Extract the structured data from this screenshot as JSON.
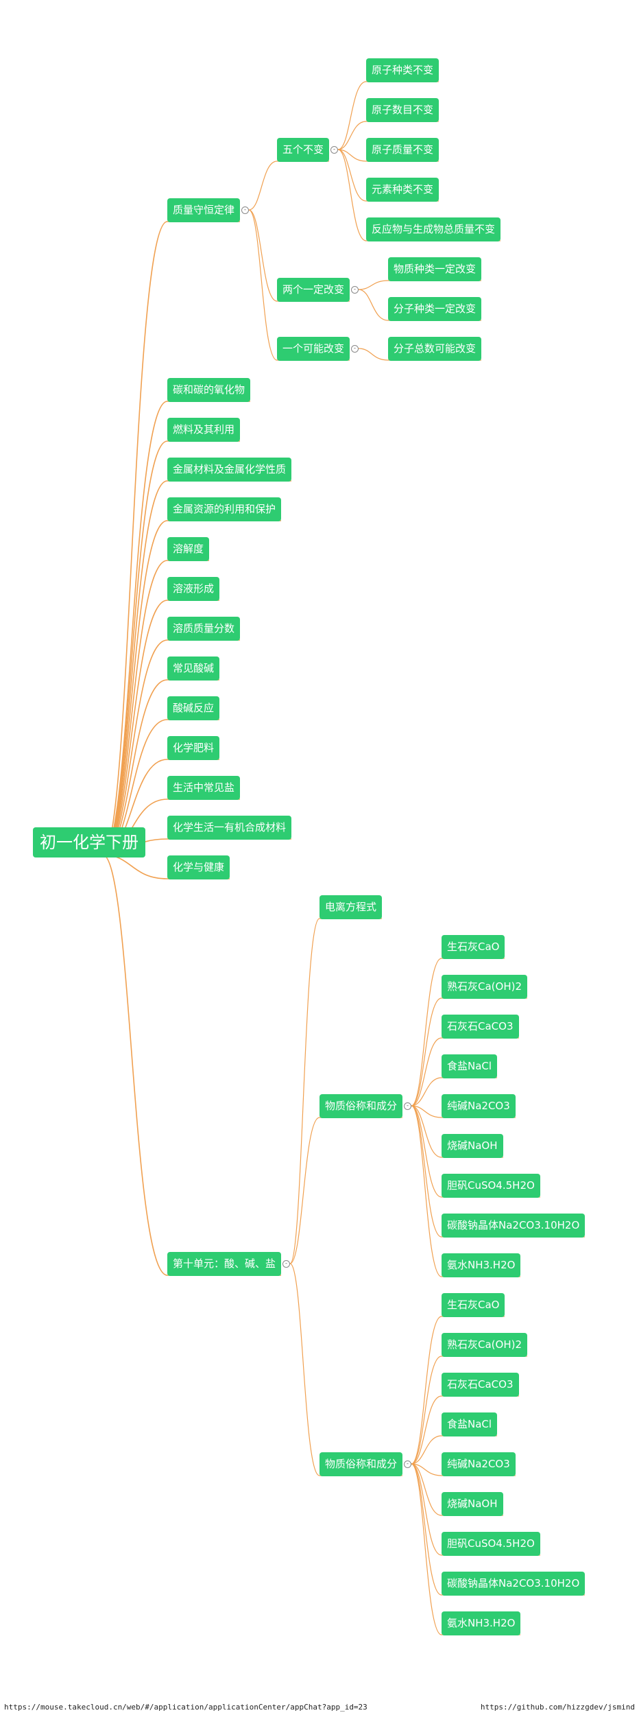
{
  "theme": {
    "node_color": "#2ecc71",
    "line_color": "#f0a050",
    "text_color": "#ffffff"
  },
  "mindmap": {
    "id": "root",
    "text": "初一化学下册",
    "children": [
      {
        "id": "n1",
        "text": "质量守恒定律",
        "children": [
          {
            "id": "n1a",
            "text": "五个不变",
            "children": [
              {
                "id": "n1a1",
                "text": "原子种类不变"
              },
              {
                "id": "n1a2",
                "text": "原子数目不变"
              },
              {
                "id": "n1a3",
                "text": "原子质量不变"
              },
              {
                "id": "n1a4",
                "text": "元素种类不变"
              },
              {
                "id": "n1a5",
                "text": "反应物与生成物总质量不变"
              }
            ]
          },
          {
            "id": "n1b",
            "text": "两个一定改变",
            "children": [
              {
                "id": "n1b1",
                "text": "物质种类一定改变"
              },
              {
                "id": "n1b2",
                "text": "分子种类一定改变"
              }
            ]
          },
          {
            "id": "n1c",
            "text": "一个可能改变",
            "children": [
              {
                "id": "n1c1",
                "text": "分子总数可能改变"
              }
            ]
          }
        ]
      },
      {
        "id": "n2",
        "text": "碳和碳的氧化物"
      },
      {
        "id": "n3",
        "text": "燃料及其利用"
      },
      {
        "id": "n4",
        "text": "金属材料及金属化学性质"
      },
      {
        "id": "n5",
        "text": "金属资源的利用和保护"
      },
      {
        "id": "n6",
        "text": "溶解度"
      },
      {
        "id": "n7",
        "text": "溶液形成"
      },
      {
        "id": "n8",
        "text": "溶质质量分数"
      },
      {
        "id": "n9",
        "text": "常见酸碱"
      },
      {
        "id": "n10",
        "text": "酸碱反应"
      },
      {
        "id": "n11",
        "text": "化学肥料"
      },
      {
        "id": "n12",
        "text": "生活中常见盐"
      },
      {
        "id": "n13",
        "text": "化学生活一有机合成材料"
      },
      {
        "id": "n14",
        "text": "化学与健康"
      },
      {
        "id": "n15",
        "text": "第十单元：酸、碱、盐",
        "children": [
          {
            "id": "n15a",
            "text": "电离方程式"
          },
          {
            "id": "n15b",
            "text": "物质俗称和成分",
            "children": [
              {
                "id": "n15b1",
                "text": "生石灰CaO"
              },
              {
                "id": "n15b2",
                "text": "熟石灰Ca(OH)2"
              },
              {
                "id": "n15b3",
                "text": "石灰石CaCO3"
              },
              {
                "id": "n15b4",
                "text": "食盐NaCl"
              },
              {
                "id": "n15b5",
                "text": "纯碱Na2CO3"
              },
              {
                "id": "n15b6",
                "text": "烧碱NaOH"
              },
              {
                "id": "n15b7",
                "text": "胆矾CuSO4.5H2O"
              },
              {
                "id": "n15b8",
                "text": "碳酸钠晶体Na2CO3.10H2O"
              },
              {
                "id": "n15b9",
                "text": "氨水NH3.H2O"
              }
            ]
          },
          {
            "id": "n15c",
            "text": "物质俗称和成分",
            "children": [
              {
                "id": "n15c1",
                "text": "生石灰CaO"
              },
              {
                "id": "n15c2",
                "text": "熟石灰Ca(OH)2"
              },
              {
                "id": "n15c3",
                "text": "石灰石CaCO3"
              },
              {
                "id": "n15c4",
                "text": "食盐NaCl"
              },
              {
                "id": "n15c5",
                "text": "纯碱Na2CO3"
              },
              {
                "id": "n15c6",
                "text": "烧碱NaOH"
              },
              {
                "id": "n15c7",
                "text": "胆矾CuSO4.5H2O"
              },
              {
                "id": "n15c8",
                "text": "碳酸钠晶体Na2CO3.10H2O"
              },
              {
                "id": "n15c9",
                "text": "氨水NH3.H2O"
              }
            ]
          }
        ]
      }
    ]
  },
  "expander_symbol": "-",
  "footer": {
    "left": "https://mouse.takecloud.cn/web/#/application/applicationCenter/appChat?app_id=23",
    "right": "https://github.com/hizzgdev/jsmind"
  }
}
